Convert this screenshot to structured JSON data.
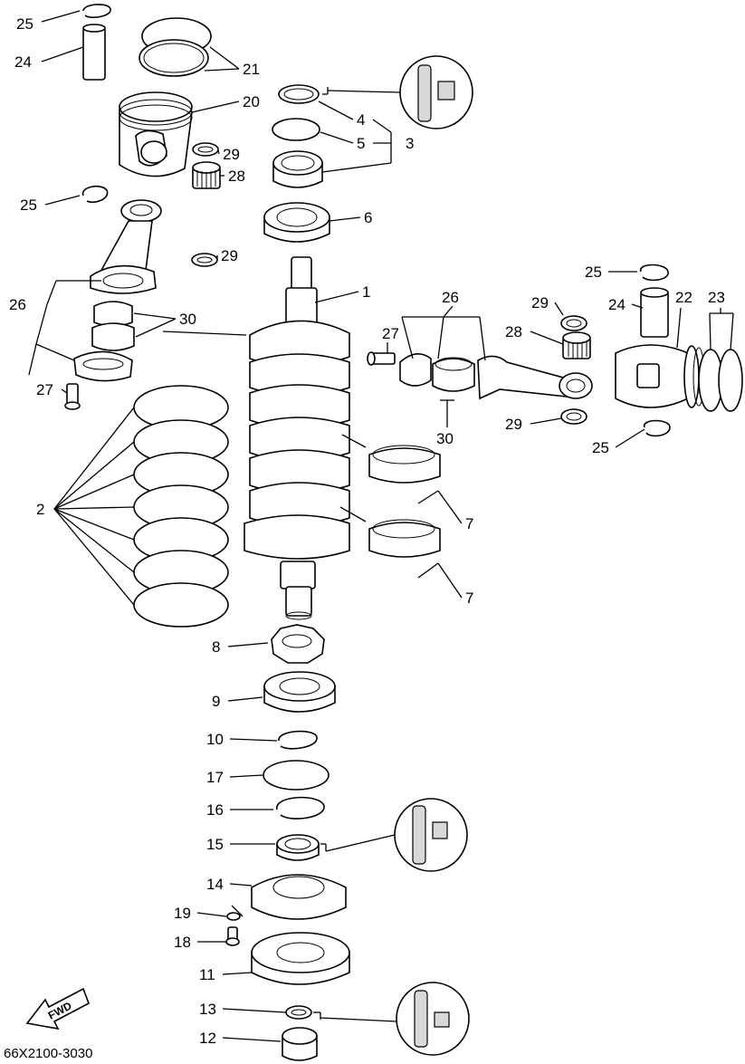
{
  "diagram": {
    "code": "66X2100-3030",
    "fwd_label": "FWD",
    "labels": [
      {
        "id": "l25a",
        "text": "25"
      },
      {
        "id": "l24a",
        "text": "24"
      },
      {
        "id": "l21",
        "text": "21"
      },
      {
        "id": "l20",
        "text": "20"
      },
      {
        "id": "l4",
        "text": "4"
      },
      {
        "id": "l5",
        "text": "5"
      },
      {
        "id": "l3",
        "text": "3"
      },
      {
        "id": "l29a",
        "text": "29"
      },
      {
        "id": "l28a",
        "text": "28"
      },
      {
        "id": "l25b",
        "text": "25"
      },
      {
        "id": "l6",
        "text": "6"
      },
      {
        "id": "l29b",
        "text": "29"
      },
      {
        "id": "l1",
        "text": "1"
      },
      {
        "id": "l26a",
        "text": "26"
      },
      {
        "id": "l30a",
        "text": "30"
      },
      {
        "id": "l27a",
        "text": "27"
      },
      {
        "id": "l2",
        "text": "2"
      },
      {
        "id": "l25c",
        "text": "25"
      },
      {
        "id": "l24b",
        "text": "24"
      },
      {
        "id": "l22",
        "text": "22"
      },
      {
        "id": "l23",
        "text": "23"
      },
      {
        "id": "l26b",
        "text": "26"
      },
      {
        "id": "l29c",
        "text": "29"
      },
      {
        "id": "l27b",
        "text": "27"
      },
      {
        "id": "l28b",
        "text": "28"
      },
      {
        "id": "l29d",
        "text": "29"
      },
      {
        "id": "l25d",
        "text": "25"
      },
      {
        "id": "l30b",
        "text": "30"
      },
      {
        "id": "l7a",
        "text": "7"
      },
      {
        "id": "l7b",
        "text": "7"
      },
      {
        "id": "l8",
        "text": "8"
      },
      {
        "id": "l9",
        "text": "9"
      },
      {
        "id": "l10",
        "text": "10"
      },
      {
        "id": "l17",
        "text": "17"
      },
      {
        "id": "l16",
        "text": "16"
      },
      {
        "id": "l15",
        "text": "15"
      },
      {
        "id": "l14",
        "text": "14"
      },
      {
        "id": "l19",
        "text": "19"
      },
      {
        "id": "l18",
        "text": "18"
      },
      {
        "id": "l11",
        "text": "11"
      },
      {
        "id": "l13",
        "text": "13"
      },
      {
        "id": "l12",
        "text": "12"
      }
    ]
  }
}
